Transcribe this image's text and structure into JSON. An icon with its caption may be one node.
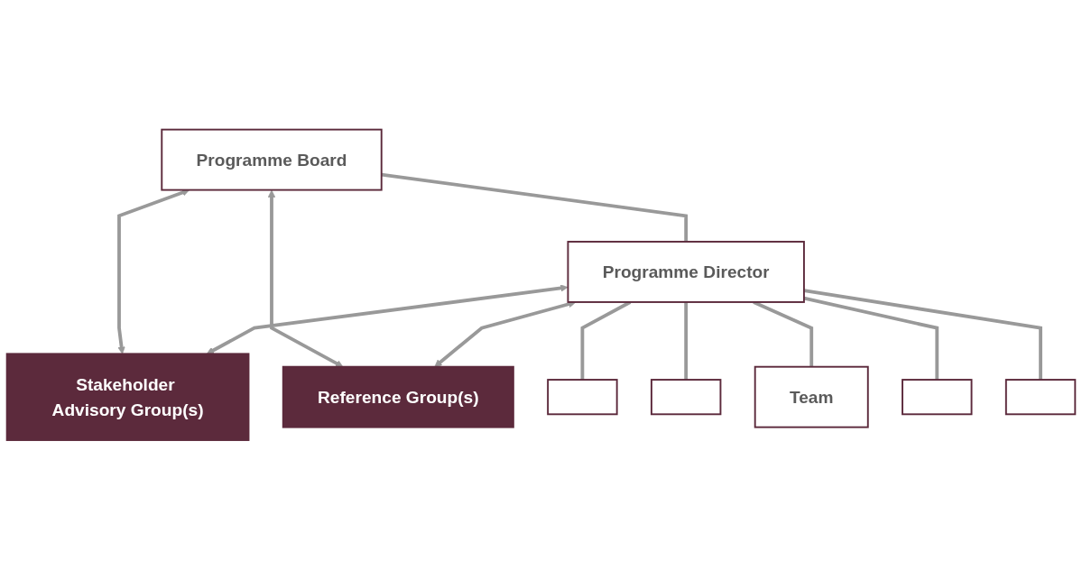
{
  "diagram": {
    "nodes": [
      {
        "text": [
          "Programme Board"
        ]
      },
      {
        "text": [
          "Stakeholder Advisory Group(s)"
        ]
      },
      {
        "text": [
          "Programme Director"
        ]
      },
      {
        "text": [
          "Reference Group(s)"
        ]
      },
      {
        "text": [],
        "shape": "box"
      },
      {
        "text": [],
        "shape": "box"
      },
      {
        "text": [
          "Team"
        ]
      },
      {
        "text": [],
        "shape": "box"
      },
      {
        "text": [],
        "shape": "box"
      }
    ],
    "edges": [
      {
        "from": 0,
        "to": 2,
        "arrow": "none"
      },
      {
        "from": 0,
        "to": 1,
        "arrow": "both"
      },
      {
        "from": 0,
        "to": 3,
        "arrow": "both"
      },
      {
        "from": 2,
        "to": 1,
        "arrow": "both"
      },
      {
        "from": 2,
        "to": 3,
        "arrow": "both"
      },
      {
        "from": 2,
        "to": 4,
        "arrow": "none"
      },
      {
        "from": 2,
        "to": 5,
        "arrow": "none"
      },
      {
        "from": 2,
        "to": 6,
        "arrow": "none"
      },
      {
        "from": 2,
        "to": 7,
        "arrow": "none"
      },
      {
        "from": 2,
        "to": 8,
        "arrow": "none"
      }
    ]
  }
}
